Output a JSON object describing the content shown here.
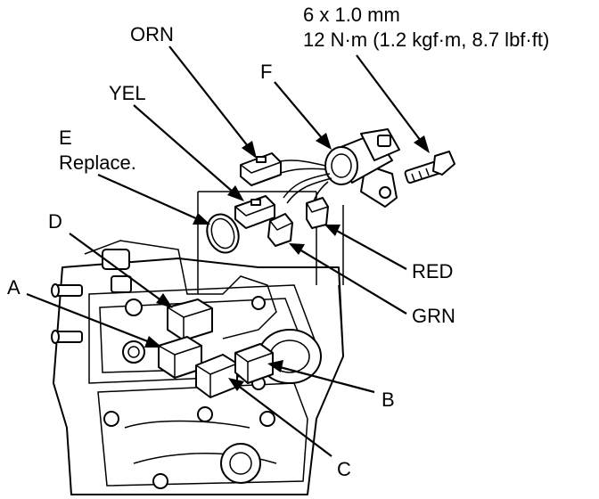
{
  "labels": {
    "spec_line1": "6 x 1.0 mm",
    "spec_line2": "12 N·m (1.2 kgf·m, 8.7 lbf·ft)",
    "orn": "ORN",
    "f": "F",
    "yel": "YEL",
    "e": "E",
    "e_note": "Replace.",
    "d": "D",
    "a": "A",
    "red": "RED",
    "grn": "GRN",
    "b": "B",
    "c": "C"
  }
}
